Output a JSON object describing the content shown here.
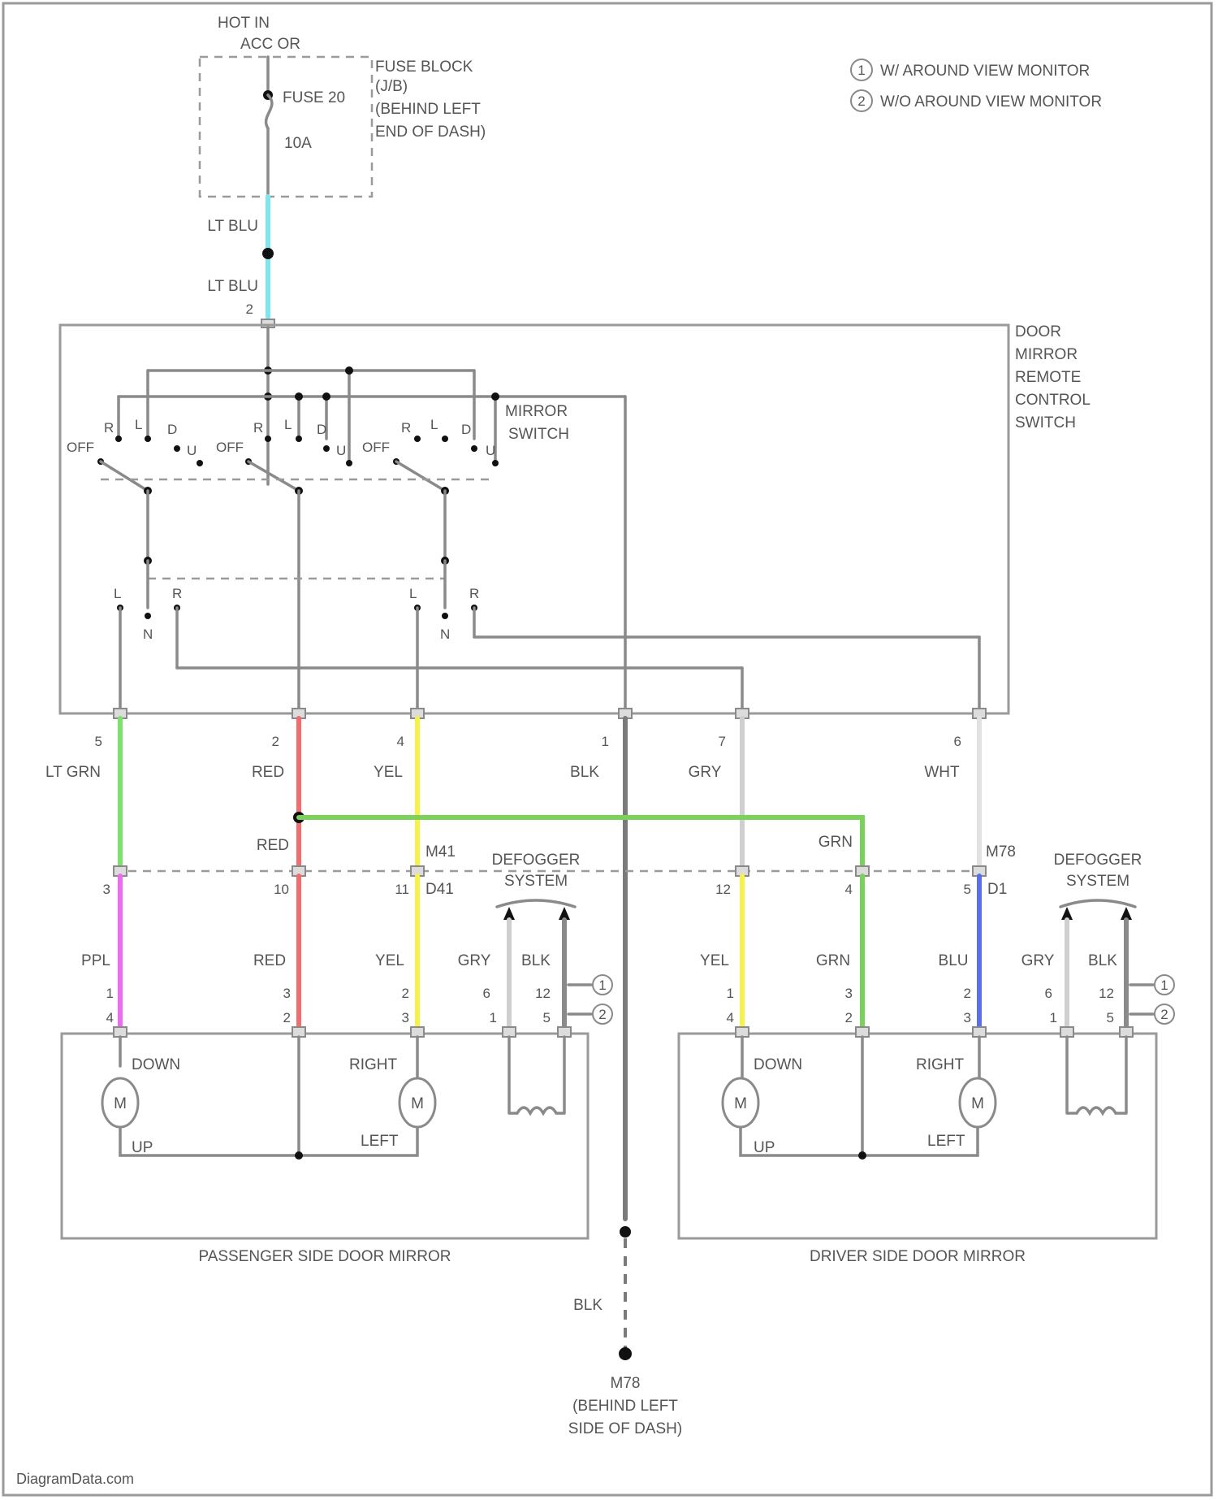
{
  "header": {
    "power_source": [
      "HOT IN",
      "ACC OR"
    ],
    "fuse_block": [
      "FUSE BLOCK",
      "(J/B)",
      "(BEHIND LEFT",
      "END OF DASH)"
    ],
    "fuse_name": "FUSE 20",
    "fuse_rating": "10A"
  },
  "legend": [
    {
      "num": "1",
      "text": "W/ AROUND VIEW MONITOR"
    },
    {
      "num": "2",
      "text": "W/O AROUND VIEW MONITOR"
    }
  ],
  "feed_wires": {
    "upper": "LT BLU",
    "lower": "LT BLU",
    "pin": "2"
  },
  "remote_switch": {
    "title": [
      "DOOR",
      "MIRROR",
      "REMOTE",
      "CONTROL",
      "SWITCH"
    ],
    "mirror_switch": [
      "MIRROR",
      "SWITCH"
    ],
    "positions": [
      "OFF",
      "R",
      "L",
      "D",
      "U",
      "OFF",
      "R",
      "L",
      "D",
      "U",
      "OFF",
      "R",
      "L",
      "D",
      "U"
    ],
    "selector": [
      "L",
      "N",
      "R",
      "L",
      "N",
      "R"
    ]
  },
  "switch_pins": [
    {
      "pin": "5",
      "color": "LT GRN",
      "hex": "#7be26a"
    },
    {
      "pin": "2",
      "color": "RED",
      "hex": "#f26d6d"
    },
    {
      "pin": "4",
      "color": "YEL",
      "hex": "#f7f24a"
    },
    {
      "pin": "1",
      "color": "BLK",
      "hex": "#7a7a7a"
    },
    {
      "pin": "7",
      "color": "GRY",
      "hex": "#b5b5b5"
    },
    {
      "pin": "6",
      "color": "WHT",
      "hex": "#d8d8d8"
    }
  ],
  "junction": {
    "red_label": "RED",
    "grn_label": "GRN",
    "left_connector": "M41",
    "left_connector_sub": "D41",
    "right_connector": "M78",
    "right_connector_sub": "D1"
  },
  "passenger_side": {
    "conn_pins": [
      "3",
      "10",
      "11"
    ],
    "wires": [
      {
        "label": "PPL",
        "hex": "#ee6af0",
        "pins": [
          "1",
          "4"
        ]
      },
      {
        "label": "RED",
        "hex": "#f26d6d",
        "pins": [
          "3",
          "2"
        ]
      },
      {
        "label": "YEL",
        "hex": "#f7f24a",
        "pins": [
          "2",
          "3"
        ]
      }
    ],
    "defogger": {
      "title": [
        "DEFOGGER",
        "SYSTEM"
      ],
      "gry": "GRY",
      "blk": "BLK",
      "gry_pins": [
        "6",
        "1"
      ],
      "blk_pins": [
        "12",
        "5"
      ]
    },
    "motors": [
      "M",
      "M"
    ],
    "motor_labels": [
      "DOWN",
      "UP",
      "RIGHT",
      "LEFT"
    ],
    "title": "PASSENGER SIDE DOOR MIRROR"
  },
  "driver_side": {
    "conn_pins": [
      "12",
      "4",
      "5"
    ],
    "wires": [
      {
        "label": "YEL",
        "hex": "#f7f24a",
        "pins": [
          "1",
          "4"
        ]
      },
      {
        "label": "GRN",
        "hex": "#7bd25a",
        "pins": [
          "3",
          "2"
        ]
      },
      {
        "label": "BLU",
        "hex": "#5a6ef0",
        "pins": [
          "2",
          "3"
        ]
      }
    ],
    "defogger": {
      "title": [
        "DEFOGGER",
        "SYSTEM"
      ],
      "gry": "GRY",
      "blk": "BLK",
      "gry_pins": [
        "6",
        "1"
      ],
      "blk_pins": [
        "12",
        "5"
      ]
    },
    "motors": [
      "M",
      "M"
    ],
    "motor_labels": [
      "DOWN",
      "UP",
      "RIGHT",
      "LEFT"
    ],
    "title": "DRIVER SIDE DOOR MIRROR"
  },
  "ground": {
    "wire": "BLK",
    "label": [
      "M78",
      "(BEHIND LEFT",
      "SIDE OF DASH)"
    ]
  },
  "footer": "DiagramData.com"
}
